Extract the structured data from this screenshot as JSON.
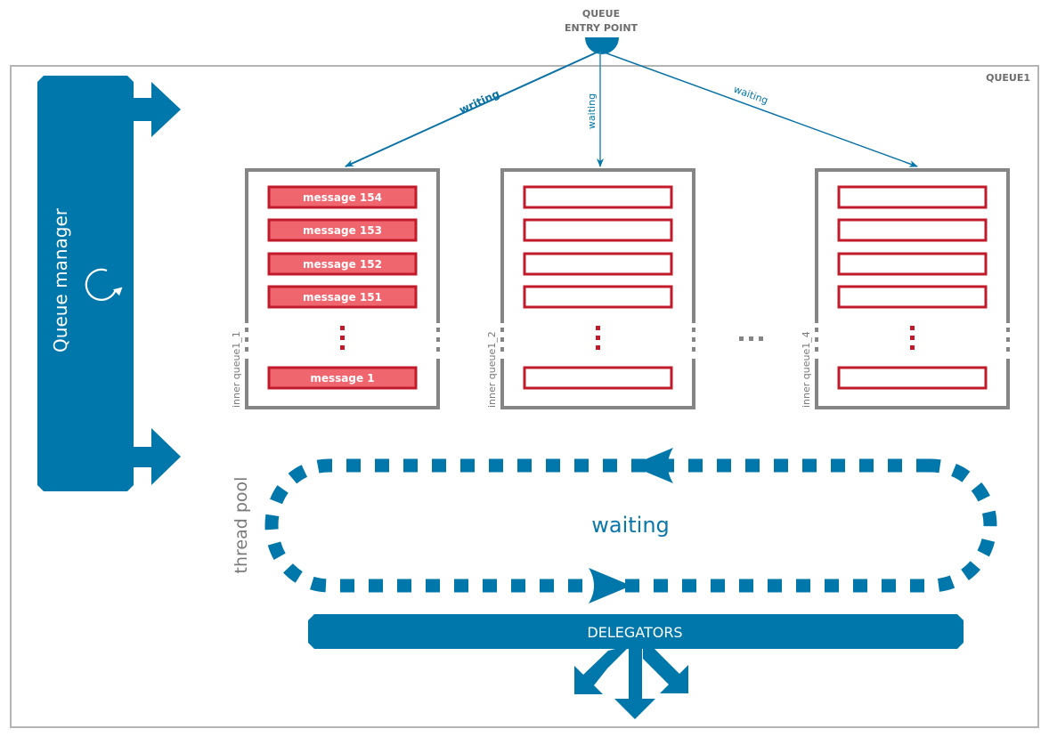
{
  "colors": {
    "primary_blue": "#0077aa",
    "message_fill": "#f0666f",
    "message_border": "#c01a2b",
    "queue_border": "#858585",
    "outer_border": "#b4b4b4",
    "label_gray": "#6d6d6d"
  },
  "entry_point": {
    "line1": "QUEUE",
    "line2": "ENTRY POINT"
  },
  "queue": {
    "name": "QUEUE1"
  },
  "queue_manager": {
    "label": "Queue manager",
    "icon": "refresh-cycle-icon"
  },
  "connections": [
    {
      "label": "writing",
      "target": "inner queue1_1",
      "emphasis": "bold"
    },
    {
      "label": "waiting",
      "target": "inner queue1_2",
      "emphasis": "normal"
    },
    {
      "label": "waiting",
      "target": "inner queue1_4",
      "emphasis": "normal"
    }
  ],
  "inner_queues": [
    {
      "label": "inner queue1_1",
      "slots": [
        "message 154",
        "message 153",
        "message 152",
        "message 151"
      ],
      "last_slot": "message 1",
      "filled": true
    },
    {
      "label": "inner queue1_2",
      "slots": [
        "",
        "",
        "",
        ""
      ],
      "last_slot": "",
      "filled": false
    },
    {
      "label": "inner queue1_4",
      "slots": [
        "",
        "",
        "",
        ""
      ],
      "last_slot": "",
      "filled": false
    }
  ],
  "between_queues_ellipsis": "...",
  "thread_pool": {
    "label": "thread pool",
    "state": "waiting"
  },
  "delegators": {
    "label": "DELEGATORS"
  }
}
